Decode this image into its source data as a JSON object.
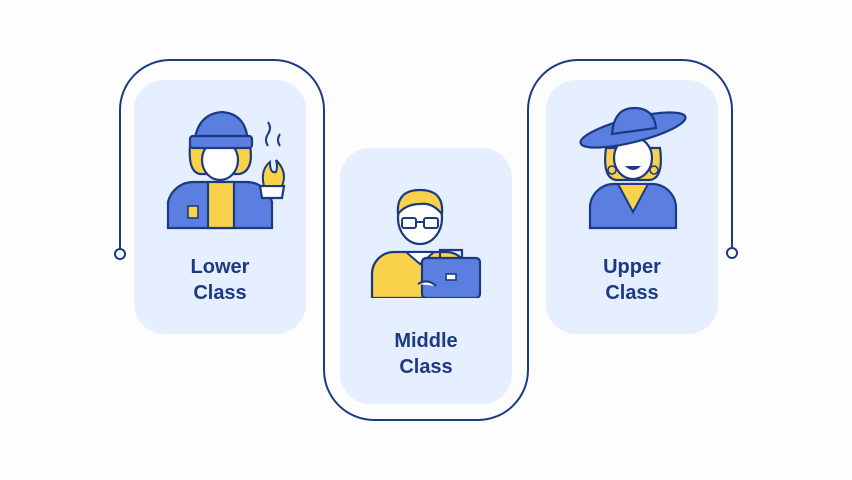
{
  "classes": [
    {
      "line1": "Lower",
      "line2": "Class",
      "icon": "homeless-person-icon"
    },
    {
      "line1": "Middle",
      "line2": "Class",
      "icon": "office-worker-icon"
    },
    {
      "line1": "Upper",
      "line2": "Class",
      "icon": "wealthy-woman-icon"
    }
  ],
  "colors": {
    "card_fill": "#e6efff",
    "outline": "#1c3a82",
    "yellow": "#f7d24a",
    "blue": "#5b7fe0",
    "text": "#1c3a82"
  }
}
